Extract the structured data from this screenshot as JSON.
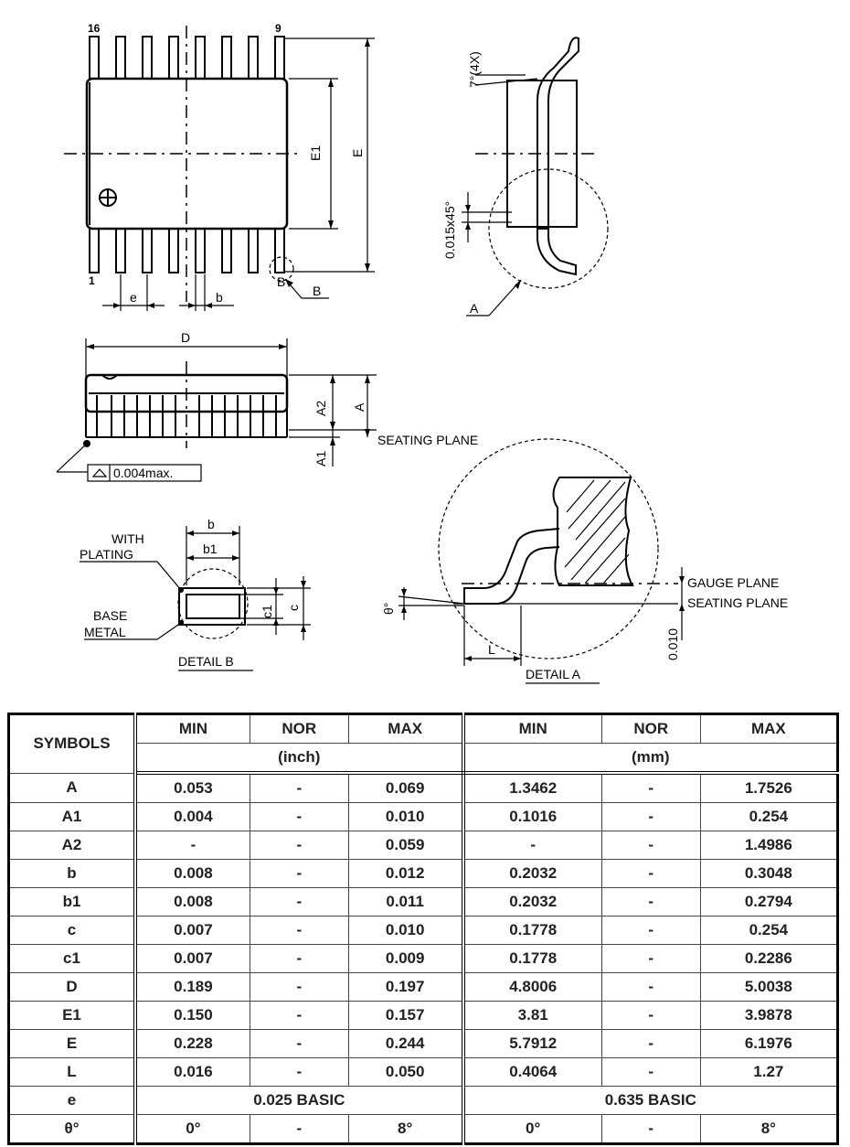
{
  "drawing": {
    "pin_first_top": "16",
    "pin_last_top": "9",
    "pin_first_bottom": "1",
    "dim_e": "e",
    "dim_b": "b",
    "dim_E1": "E1",
    "dim_E": "E",
    "ref_B": "B",
    "detail_B_callout": "B",
    "angle_7": "7°(4X)",
    "chamfer": "0.015x45°",
    "ref_A": "A",
    "dim_D": "D",
    "dim_A2": "A2",
    "dim_A": "A",
    "dim_A1": "A1",
    "seating_plane": "SEATING PLANE",
    "coplanarity": "0.004max.",
    "detailB": {
      "b": "b",
      "b1": "b1",
      "with_plating": [
        "WITH",
        "PLATING"
      ],
      "base_metal": [
        "BASE",
        "METAL"
      ],
      "c1": "c1",
      "c": "c",
      "title": "DETAIL B"
    },
    "detailA": {
      "gauge_plane": "GAUGE PLANE",
      "seating_plane": "SEATING PLANE",
      "theta": "θ°",
      "gauge": "0.010",
      "L": "L",
      "title": "DETAIL A"
    }
  },
  "table": {
    "symbols_header": "SYMBOLS",
    "columns": [
      "MIN",
      "NOR",
      "MAX",
      "MIN",
      "NOR",
      "MAX"
    ],
    "unit_inch": "(inch)",
    "unit_mm": "(mm)",
    "rows": [
      [
        "A",
        "0.053",
        "-",
        "0.069",
        "1.3462",
        "-",
        "1.7526"
      ],
      [
        "A1",
        "0.004",
        "-",
        "0.010",
        "0.1016",
        "-",
        "0.254"
      ],
      [
        "A2",
        "-",
        "-",
        "0.059",
        "-",
        "-",
        "1.4986"
      ],
      [
        "b",
        "0.008",
        "-",
        "0.012",
        "0.2032",
        "-",
        "0.3048"
      ],
      [
        "b1",
        "0.008",
        "-",
        "0.011",
        "0.2032",
        "-",
        "0.2794"
      ],
      [
        "c",
        "0.007",
        "-",
        "0.010",
        "0.1778",
        "-",
        "0.254"
      ],
      [
        "c1",
        "0.007",
        "-",
        "0.009",
        "0.1778",
        "-",
        "0.2286"
      ],
      [
        "D",
        "0.189",
        "-",
        "0.197",
        "4.8006",
        "-",
        "5.0038"
      ],
      [
        "E1",
        "0.150",
        "-",
        "0.157",
        "3.81",
        "-",
        "3.9878"
      ],
      [
        "E",
        "0.228",
        "-",
        "0.244",
        "5.7912",
        "-",
        "6.1976"
      ],
      [
        "L",
        "0.016",
        "-",
        "0.050",
        "0.4064",
        "-",
        "1.27"
      ]
    ],
    "e_row": {
      "symbol": "e",
      "inch": "0.025 BASIC",
      "mm": "0.635 BASIC"
    },
    "theta_row": [
      "θ°",
      "0°",
      "-",
      "8°",
      "0°",
      "-",
      "8°"
    ]
  }
}
